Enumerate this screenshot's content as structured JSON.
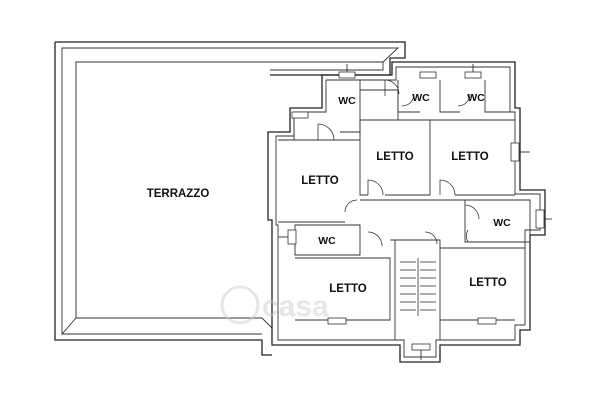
{
  "rooms": {
    "terrazzo": "TERRAZZO",
    "wc_top_left": "WC",
    "wc_top_mid": "WC",
    "wc_top_right": "WC",
    "letto_top_mid": "LETTO",
    "letto_top_right": "LETTO",
    "letto_left": "LETTO",
    "wc_mid_left": "WC",
    "wc_mid_right": "WC",
    "letto_bottom_left": "LETTO",
    "letto_bottom_right": "LETTO"
  },
  "watermark": {
    "text": "casa"
  },
  "colors": {
    "line": "#222222",
    "background": "#ffffff",
    "watermark": "#c8c8c8"
  }
}
